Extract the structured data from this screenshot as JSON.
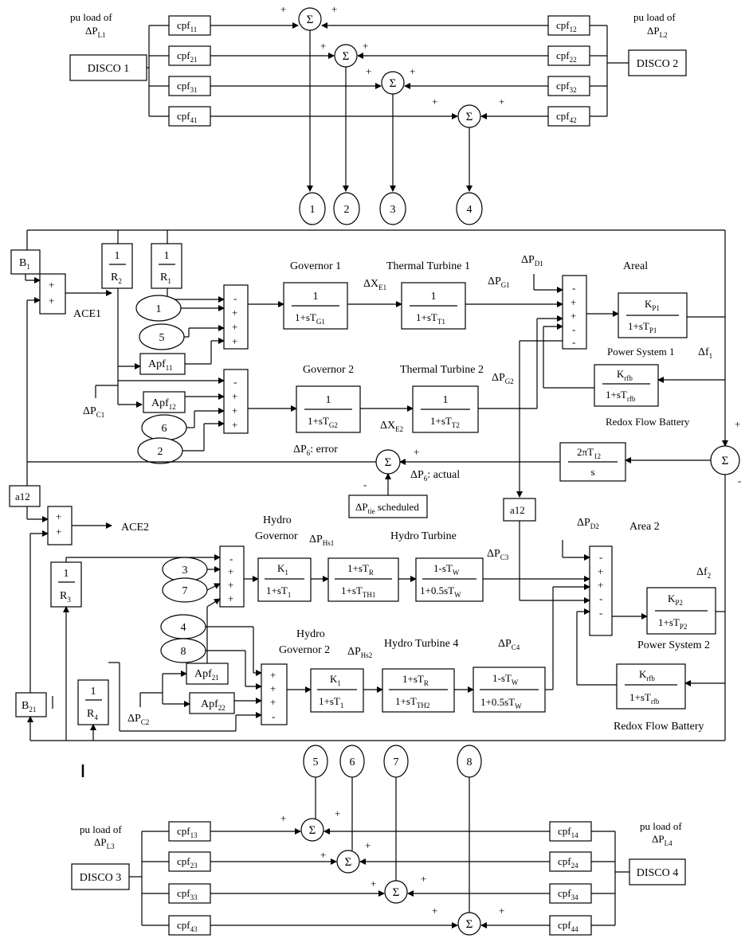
{
  "top": {
    "pu_left_1": "pu load of",
    "pu_left_2": "ΔP",
    "pu_left_sub": "L1",
    "pu_right_1": "pu load of",
    "pu_right_2": "ΔP",
    "pu_right_sub": "L2",
    "disco1": "DISCO 1",
    "disco2": "DISCO 2",
    "cpf": "cpf",
    "cpf_left_subs": [
      "11",
      "21",
      "31",
      "41"
    ],
    "cpf_right_subs": [
      "12",
      "22",
      "32",
      "42"
    ],
    "nodes": [
      "1",
      "2",
      "3",
      "4"
    ]
  },
  "bottom": {
    "pu_left_1": "pu load of",
    "pu_left_2": "ΔP",
    "pu_left_sub": "L3",
    "pu_right_1": "pu load of",
    "pu_right_2": "ΔP",
    "pu_right_sub": "L4",
    "disco3": "DISCO 3",
    "disco4": "DISCO 4",
    "cpf": "cpf",
    "cpf_left_subs": [
      "13",
      "23",
      "33",
      "43"
    ],
    "cpf_right_subs": [
      "14",
      "24",
      "34",
      "44"
    ],
    "nodes": [
      "5",
      "6",
      "7",
      "8"
    ]
  },
  "symbols": {
    "sigma": "Σ",
    "plus": "+",
    "minus": "-",
    "one": "1",
    "s": "s"
  },
  "area1": {
    "b1": "B",
    "b1_sub": "1",
    "r2": "R",
    "r2_sub": "2",
    "r1": "R",
    "r1_sub": "1",
    "ace1": "ACE1",
    "gov1_title": "Governor 1",
    "gov1_den": "1+sT",
    "gov1_den_sub": "G1",
    "dxe1": "ΔX",
    "dxe1_sub": "E1",
    "tt1_title": "Thermal Turbine 1",
    "tt1_den": "1+sT",
    "tt1_den_sub": "T1",
    "dpd1": "ΔP",
    "dpd1_sub": "D1",
    "dpg1": "ΔP",
    "dpg1_sub": "G1",
    "areal": "Areal",
    "kp1": "K",
    "kp1_sub": "P1",
    "tp1_den": "1+sT",
    "tp1_den_sub": "P1",
    "ps1": "Power System 1",
    "df1": "Δf",
    "df1_sub": "1",
    "oval_1": "1",
    "oval_5": "5",
    "oval_6": "6",
    "oval_2": "2",
    "apf11": "Apf",
    "apf11_sub": "11",
    "apf12": "Apf",
    "apf12_sub": "12",
    "dpc1": "ΔP",
    "dpc1_sub": "C1",
    "gov2_title": "Governor 2",
    "gov2_den": "1+sT",
    "gov2_den_sub": "G2",
    "tt2_title": "Thermal Turbine 2",
    "tt2_den": "1+sT",
    "tt2_den_sub": "T2",
    "dpg2": "ΔP",
    "dpg2_sub": "G2",
    "dxe2": "ΔX",
    "dxe2_sub": "E2",
    "krfb": "K",
    "krfb_sub": "rfb",
    "rfb_den": "1+sT",
    "rfb_den_sub": "rfb",
    "rfb_label": "Redox Flow Battery"
  },
  "tie": {
    "err": "ΔP",
    "err_sub": "6",
    "err_text": ": error",
    "act": "ΔP",
    "act_sub": "6",
    "act_text": ": actual",
    "sched": "ΔP",
    "sched_sub": "tie",
    "sched_text": " scheduled",
    "t12_num": "2πT",
    "t12_sub": "12",
    "a12": "a12"
  },
  "area2": {
    "ace2": "ACE2",
    "hgov1_1": "Hydro",
    "hgov1_2": "Governor",
    "dphs1": "ΔP",
    "dphs1_sub": "Hs1",
    "ht_title": "Hydro Turbine",
    "dpc3": "ΔP",
    "dpc3_sub": "C3",
    "dpd2": "ΔP",
    "dpd2_sub": "D2",
    "area2": "Area 2",
    "r3": "R",
    "r3_sub": "3",
    "oval_3": "3",
    "oval_7": "7",
    "oval_4": "4",
    "oval_8": "8",
    "k1": "K",
    "k1_sub": "1",
    "k1_den": "1+sT",
    "k1_den_sub": "1",
    "tr_num": "1+sT",
    "tr_num_sub": "R",
    "th1_den": "1+sT",
    "th1_den_sub": "TH1",
    "w_num": "1-sT",
    "w_num_sub": "W",
    "w_den": "1+0.5sT",
    "w_den_sub": "W",
    "df2": "Δf",
    "df2_sub": "2",
    "kp2": "K",
    "kp2_sub": "P2",
    "tp2_den": "1+sT",
    "tp2_den_sub": "P2",
    "ps2": "Power System 2",
    "hgov2_1": "Hydro",
    "hgov2_2": "Governor 2",
    "dphs2": "ΔP",
    "dphs2_sub": "Hs2",
    "ht4_title": "Hydro Turbine 4",
    "dpc4": "ΔP",
    "dpc4_sub": "C4",
    "apf21": "Apf",
    "apf21_sub": "21",
    "apf22": "Apf",
    "apf22_sub": "22",
    "th2_den": "1+sT",
    "th2_den_sub": "TH2",
    "b21": "B",
    "b21_sub": "21",
    "r4": "R",
    "r4_sub": "4",
    "dpc2": "ΔP",
    "dpc2_sub": "C2",
    "krfb": "K",
    "krfb_sub": "rfb",
    "rfb_den": "1+sT",
    "rfb_den_sub": "rfb",
    "rfb_label": "Redox Flow Battery"
  }
}
